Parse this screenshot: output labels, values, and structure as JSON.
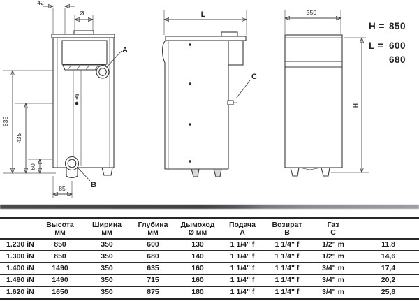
{
  "drawing": {
    "front_view": {
      "dim_top_offset": "42",
      "dim_flue_diameter": "Ø",
      "dim_height_total": "635",
      "dim_height_mid": "435",
      "dim_height_low": "60",
      "dim_bottom_offset": "85",
      "label_a": "A",
      "label_b": "B"
    },
    "side_view": {
      "dim_depth": "L",
      "label_c": "C"
    },
    "rear_view": {
      "dim_width": "350",
      "dim_height": "H"
    },
    "legend": {
      "h_eq": "H =",
      "h_val": "850",
      "l_eq": "L =",
      "l_val_1": "600",
      "l_val_2": "680"
    }
  },
  "table": {
    "columns": [
      {
        "line1": "",
        "line2": ""
      },
      {
        "line1": "Высота",
        "line2": "мм"
      },
      {
        "line1": "Ширина",
        "line2": "мм"
      },
      {
        "line1": "Глубина",
        "line2": "мм"
      },
      {
        "line1": "Дымоход",
        "line2": "Ø мм"
      },
      {
        "line1": "Подача",
        "line2": "A"
      },
      {
        "line1": "Возврат",
        "line2": "B"
      },
      {
        "line1": "Газ",
        "line2": "C"
      },
      {
        "line1": "",
        "line2": ""
      }
    ],
    "rows": [
      [
        "1.230 iN",
        "850",
        "350",
        "600",
        "130",
        "1 1/4\" f",
        "1 1/4\" f",
        "1/2\" m",
        "11,8"
      ],
      [
        "1.300 iN",
        "850",
        "350",
        "680",
        "140",
        "1 1/4\" f",
        "1 1/4\" f",
        "1/2\" m",
        "14,6"
      ],
      [
        "1.400 iN",
        "1490",
        "350",
        "635",
        "160",
        "1 1/4\" f",
        "1 1/4\" f",
        "3/4\" m",
        "17,4"
      ],
      [
        "1.490 iN",
        "1490",
        "350",
        "715",
        "160",
        "1 1/4\" f",
        "1 1/4\" f",
        "3/4\" m",
        "20,2"
      ],
      [
        "1.620 iN",
        "1650",
        "350",
        "875",
        "180",
        "1 1/4\" f",
        "1 1/4\" f",
        "3/4\" m",
        "25,8"
      ]
    ]
  },
  "colors": {
    "line": "#3a3a3e",
    "text": "#1e1e21",
    "shadow_dark": "#434146",
    "shadow_light": "#a09ea4"
  }
}
